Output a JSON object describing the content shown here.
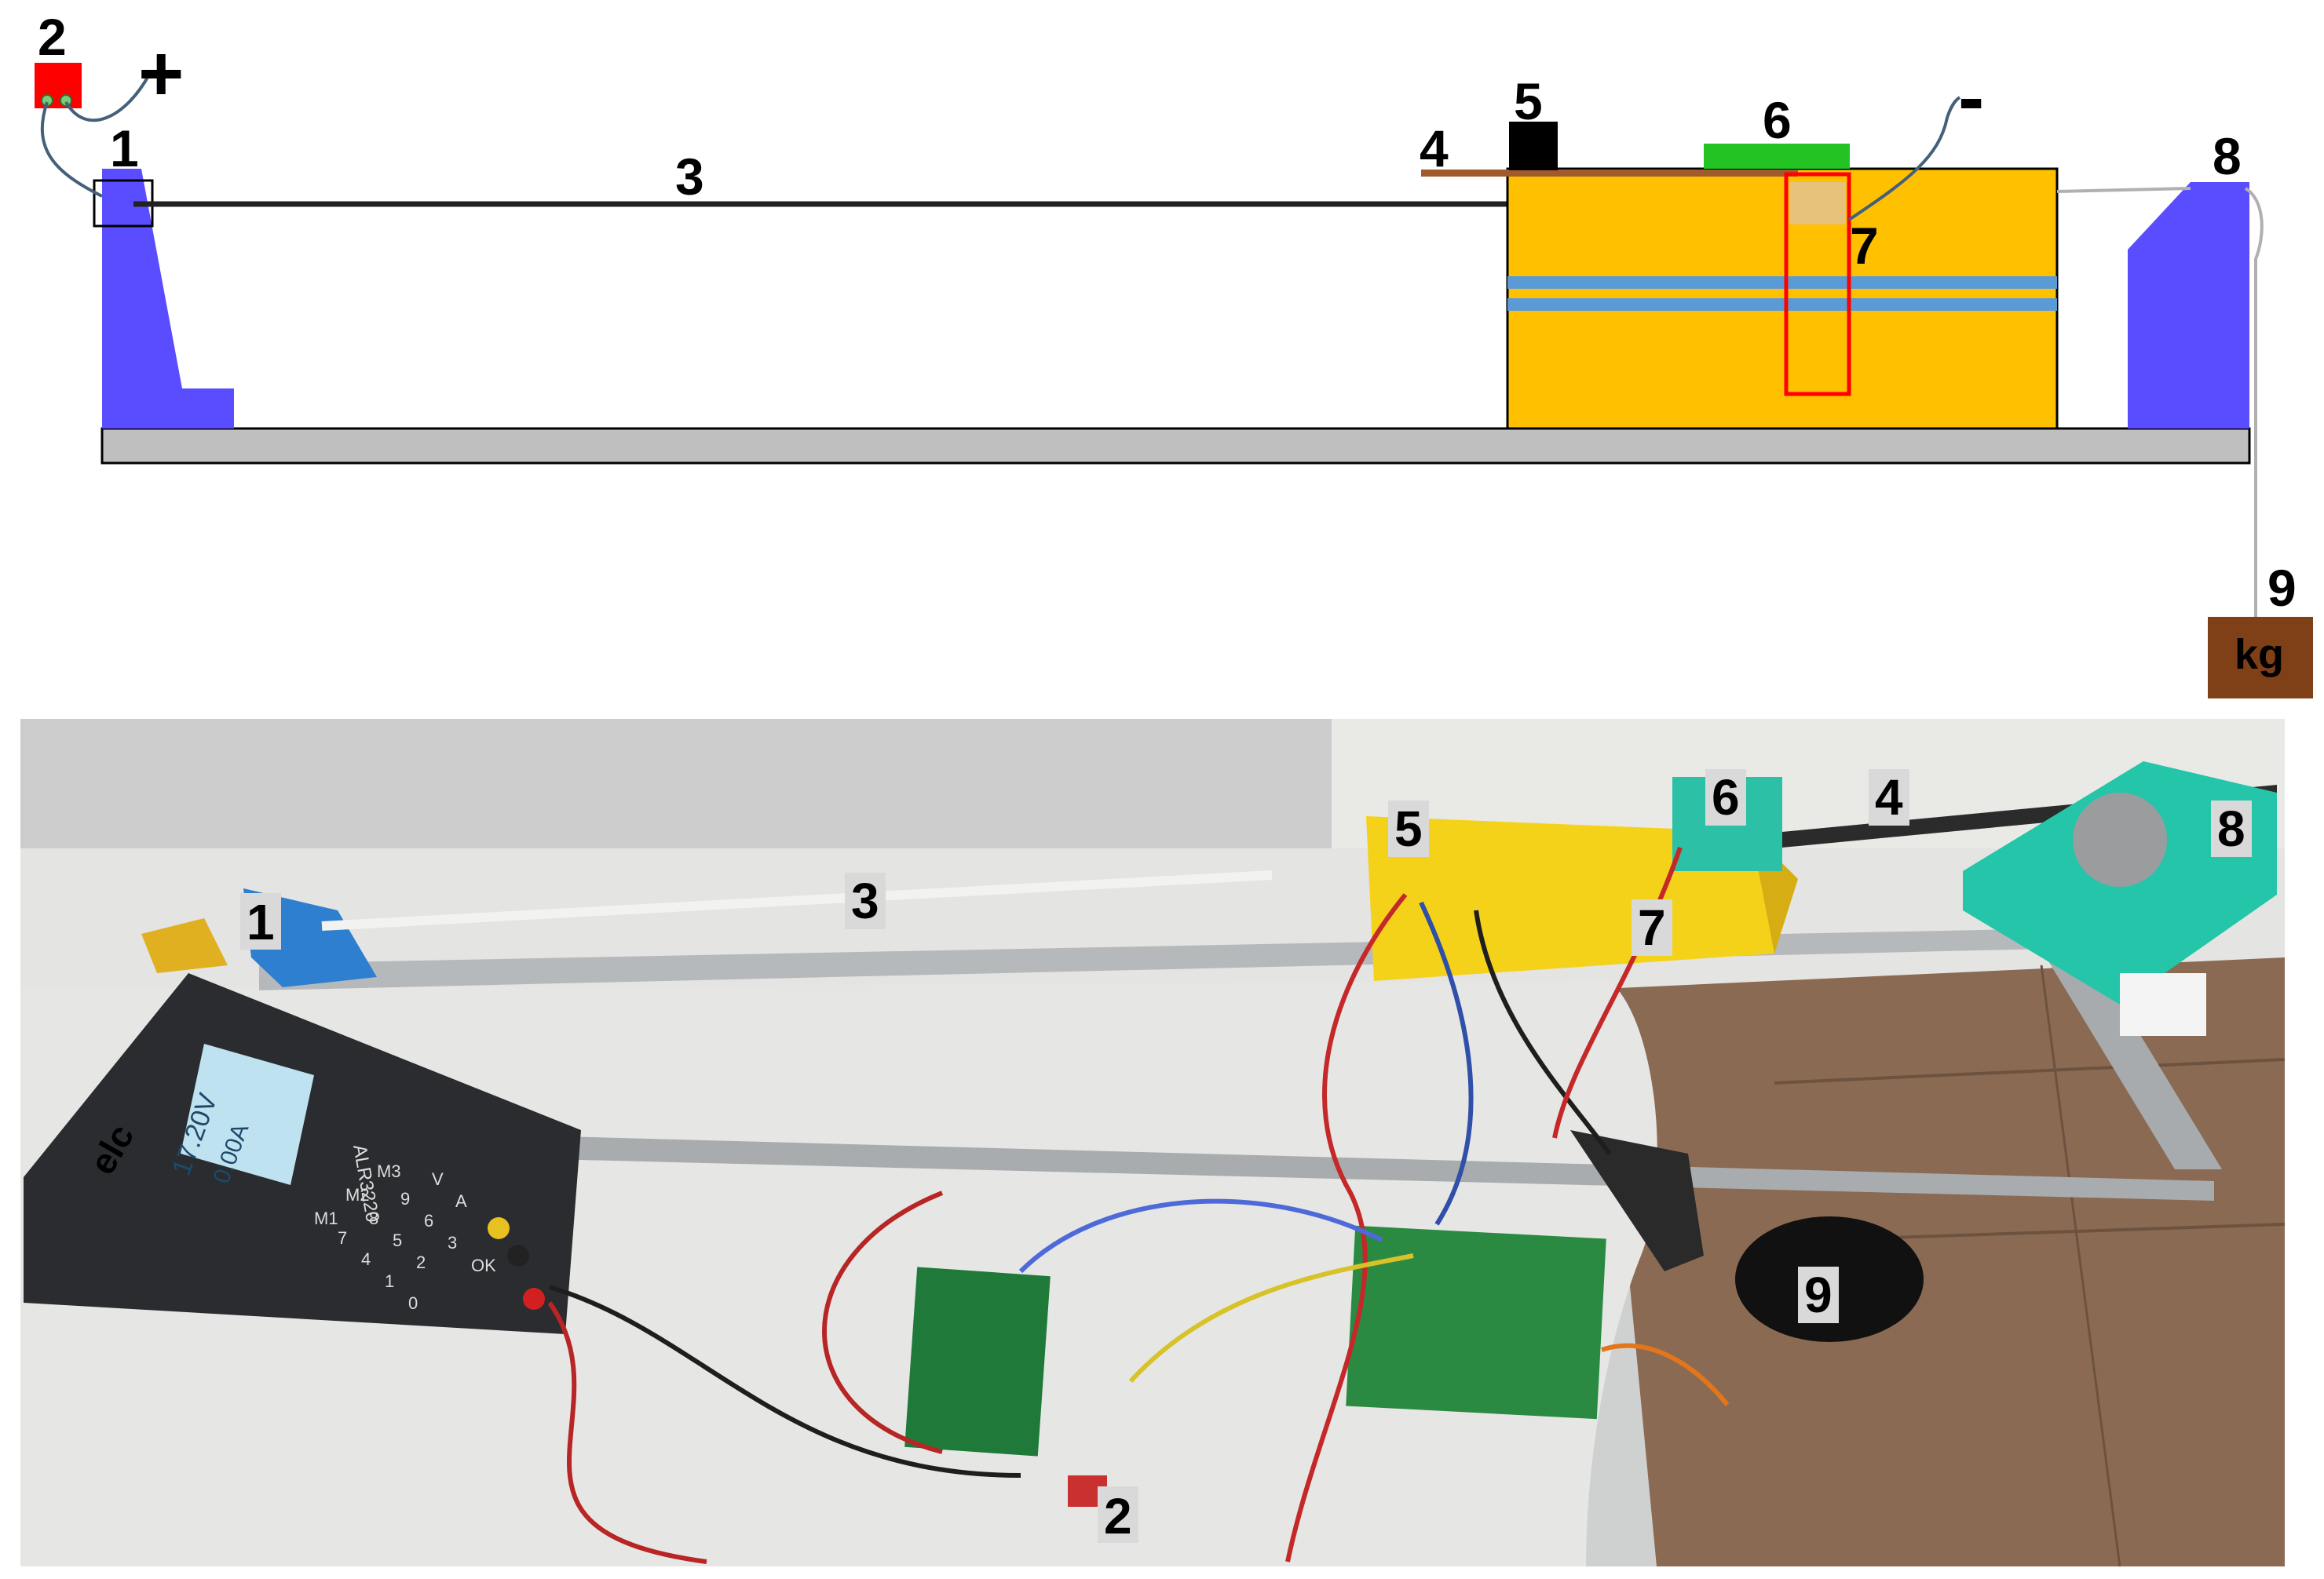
{
  "schematic": {
    "labels": {
      "n1": "1",
      "n2": "2",
      "n3": "3",
      "n4": "4",
      "n5": "5",
      "n6": "6",
      "n7": "7",
      "n8": "8",
      "n9": "9",
      "plus": "+",
      "minus": "-",
      "mass_unit": "kg"
    },
    "colors": {
      "support": "#5a4dff",
      "carriage": "#ffc000",
      "rail_base": "#bfbfbf",
      "rod_guides": "#5b9bd5",
      "sensor_green": "#22c322",
      "power_red": "#ff0000",
      "strip_brown": "#a05a2c",
      "mass_brown": "#7f3f17",
      "gauge_tan": "#e6c27a"
    }
  },
  "photo": {
    "labels": {
      "n1": "1",
      "n2": "2",
      "n3": "3",
      "n4": "4",
      "n5": "5",
      "n6": "6",
      "n7": "7",
      "n8": "8",
      "n9": "9"
    },
    "device_text": {
      "brand": "elc",
      "model": "ALR3220",
      "voltage_reading": "17.20V",
      "current_reading": "0.00A",
      "keys": [
        "M1",
        "M2",
        "M3",
        "7",
        "8",
        "9",
        "V",
        "4",
        "5",
        "6",
        "A",
        "1",
        "2",
        "3",
        "0",
        "OK"
      ]
    }
  }
}
